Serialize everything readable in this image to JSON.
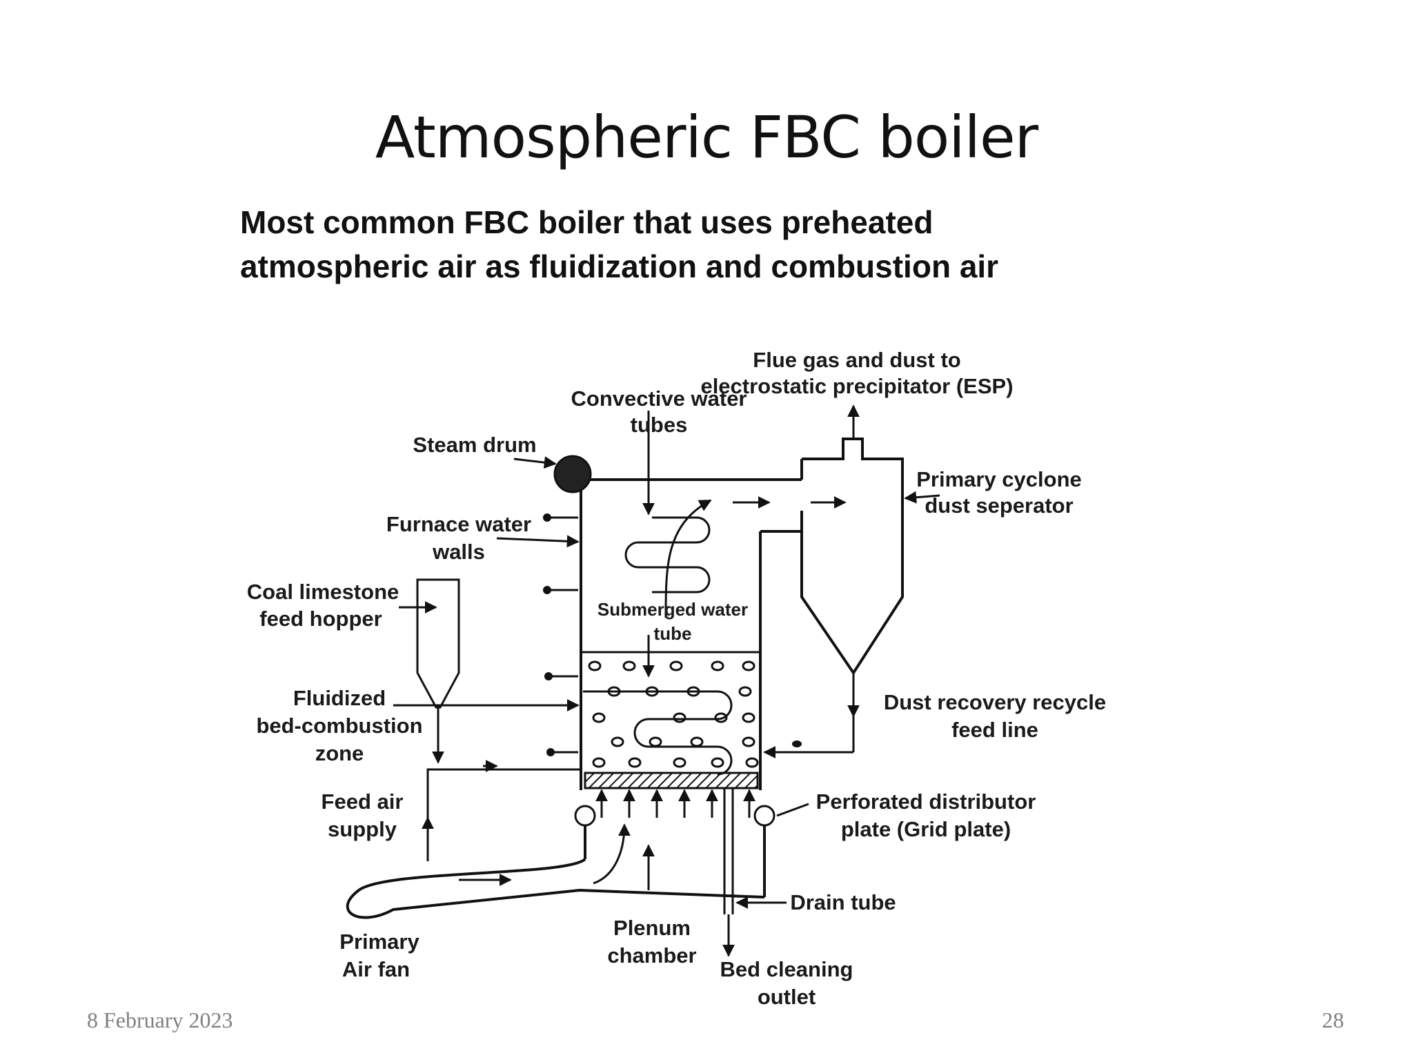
{
  "slide": {
    "title": "Atmospheric FBC boiler",
    "subtitle_line1": "Most common FBC boiler that uses preheated",
    "subtitle_line2": "atmospheric air as fluidization and combustion air",
    "footer_date": "8 February 2023",
    "page_number": "28"
  },
  "diagram": {
    "labels": {
      "flue_gas_1": "Flue gas and dust to",
      "flue_gas_2": "electrostatic precipitator (ESP)",
      "convective_1": "Convective water",
      "convective_2": "tubes",
      "steam_drum": "Steam drum",
      "primary_cyclone_1": "Primary cyclone",
      "primary_cyclone_2": "dust  seperator",
      "furnace_1": "Furnace water",
      "furnace_2": "walls",
      "hopper_1": "Coal limestone",
      "hopper_2": "feed hopper",
      "submerged_1": "Submerged water",
      "submerged_2": "tube",
      "fluidized_1": "Fluidized",
      "fluidized_2": "bed-combustion",
      "fluidized_3": "zone",
      "dust_recovery_1": "Dust recovery recycle",
      "dust_recovery_2": "feed line",
      "feed_air_1": "Feed air",
      "feed_air_2": "supply",
      "distributor_1": "Perforated distributor",
      "distributor_2": "plate (Grid plate)",
      "drain_tube": "Drain tube",
      "primary_fan_1": "Primary",
      "primary_fan_2": "Air fan",
      "plenum_1": "Plenum",
      "plenum_2": "chamber",
      "bed_cleaning_1": "Bed cleaning",
      "bed_cleaning_2": "outlet"
    }
  }
}
